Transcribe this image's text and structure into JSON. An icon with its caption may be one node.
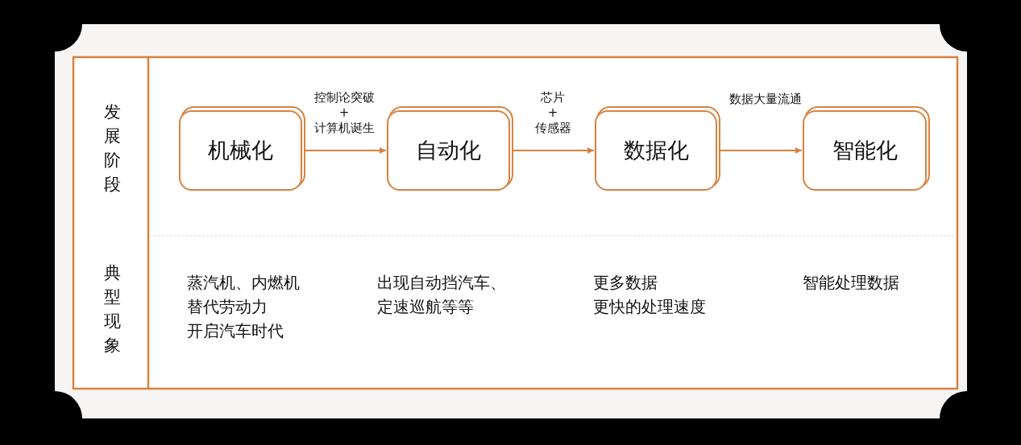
{
  "diagram": {
    "nodes": [
      {
        "text": [
          "机械化"
        ]
      },
      {
        "text": [
          "自动化"
        ]
      },
      {
        "text": [
          "数据化"
        ]
      },
      {
        "text": [
          "智能化"
        ]
      }
    ],
    "edges": [
      {
        "from": 0,
        "to": 1,
        "arrow": "to",
        "label": "控制论突破 + 计算机诞生"
      },
      {
        "from": 1,
        "to": 2,
        "arrow": "to",
        "label": "芯片 + 传感器"
      },
      {
        "from": 2,
        "to": 3,
        "arrow": "to",
        "label": "数据大量流通"
      }
    ],
    "labels": [
      "发展阶段",
      "典型现象",
      "蒸汽机、内燃机",
      "替代劳动力",
      "开启汽车时代",
      "出现自动挡汽车、定速巡航等等",
      "更多数据",
      "更快的处理速度",
      "智能处理数据"
    ]
  }
}
